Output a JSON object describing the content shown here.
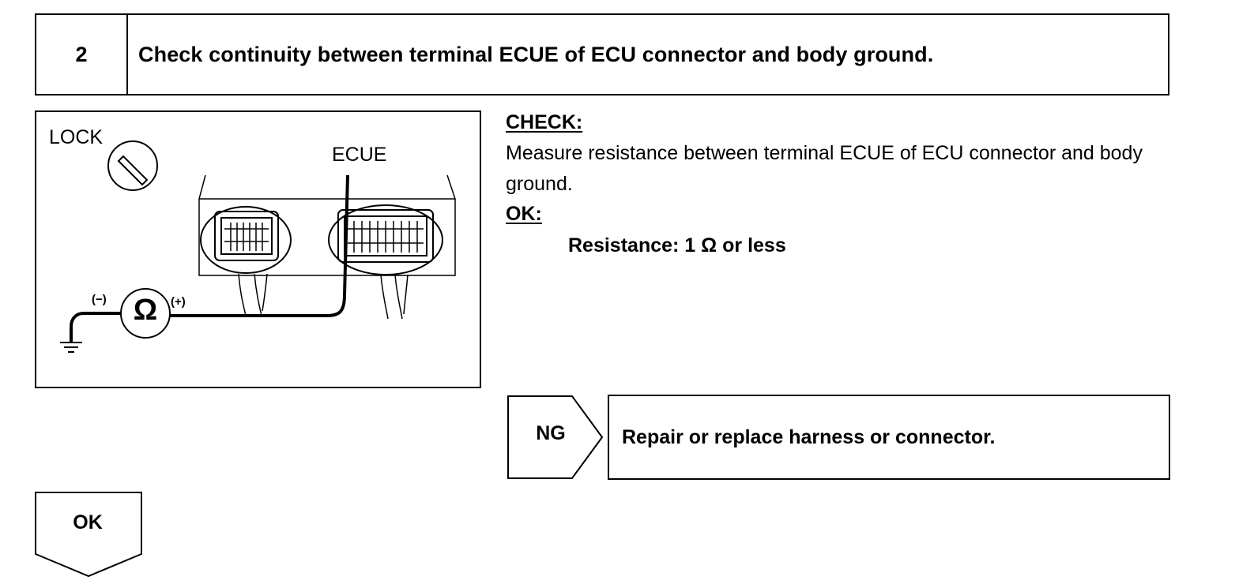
{
  "step": {
    "number": "2",
    "title": "Check continuity between terminal ECUE of ECU connector and body ground."
  },
  "figure": {
    "lock_label": "LOCK",
    "terminal_label": "ECUE",
    "neg_label": "(−)",
    "pos_label": "(+)",
    "ohm_symbol": "Ω"
  },
  "check": {
    "heading": "CHECK:",
    "text": "Measure resistance between terminal ECUE of ECU connector and body ground.",
    "ok_heading": "OK:",
    "spec": "Resistance: 1 Ω or less"
  },
  "ng_branch": {
    "label": "NG",
    "result": "Repair or replace harness or connector."
  },
  "ok_branch": {
    "label": "OK"
  }
}
